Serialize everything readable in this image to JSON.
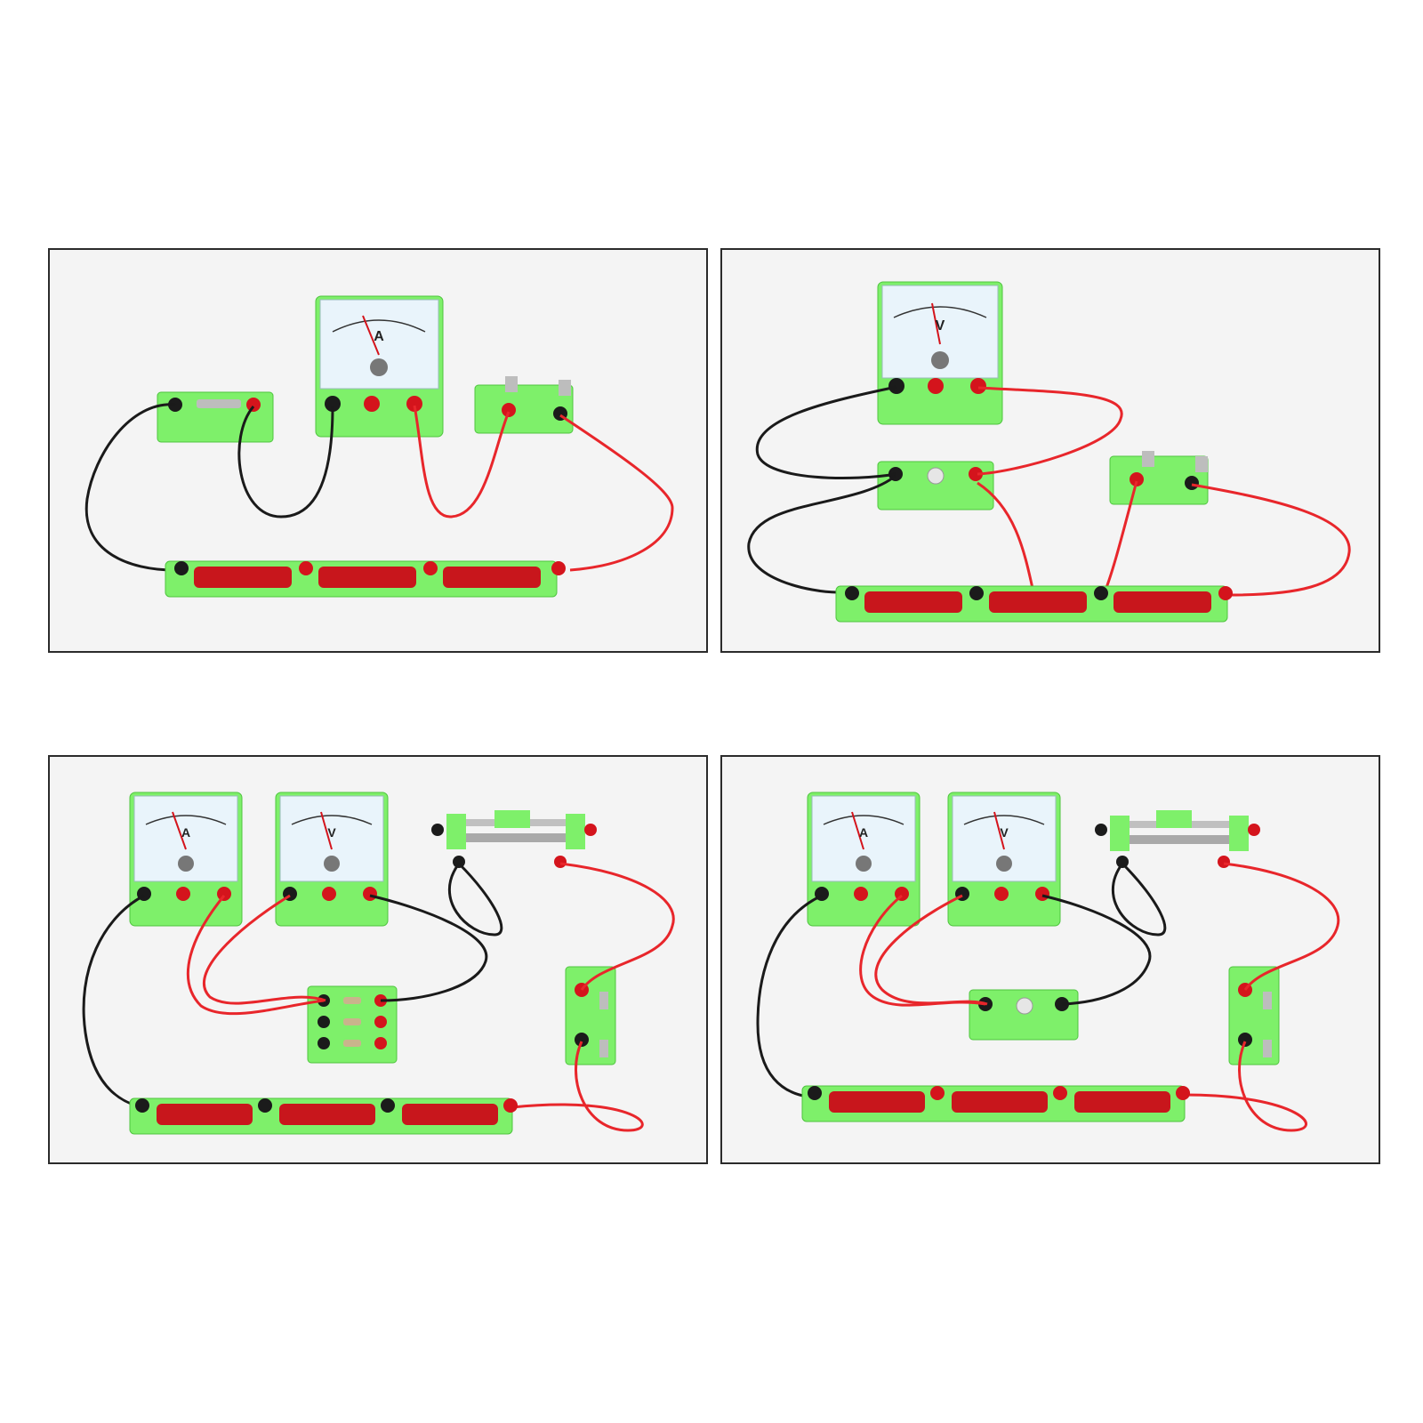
{
  "meters": {
    "ammeter_symbol": "A",
    "voltmeter_symbol": "V"
  },
  "colors": {
    "background": "#ffffff",
    "panel_background": "#f4f4f4",
    "panel_border": "#2b2b2b",
    "module_green": "#7ef06a",
    "module_green_dark": "#4fc43f",
    "wire_red": "#e8262b",
    "wire_black": "#1a1a1a",
    "terminal_red": "#d4141c",
    "terminal_black": "#1b1b1b",
    "battery_red": "#c8161c",
    "meter_face": "#e9f4fb"
  },
  "panels": [
    {
      "name": "panel-ammeter-circuit",
      "components": [
        "switch",
        "ammeter",
        "knife-switch",
        "battery-pack-3-cell"
      ]
    },
    {
      "name": "panel-voltmeter-circuit",
      "components": [
        "voltmeter",
        "bulb-holder",
        "knife-switch",
        "battery-pack-3-cell"
      ]
    },
    {
      "name": "panel-rheostat-resistor-circuit",
      "components": [
        "ammeter",
        "voltmeter",
        "rheostat",
        "resistor-board",
        "knife-switch",
        "battery-pack-3-cell"
      ]
    },
    {
      "name": "panel-rheostat-bulb-circuit",
      "components": [
        "ammeter",
        "voltmeter",
        "rheostat",
        "bulb-holder",
        "knife-switch",
        "battery-pack-3-cell"
      ]
    }
  ]
}
